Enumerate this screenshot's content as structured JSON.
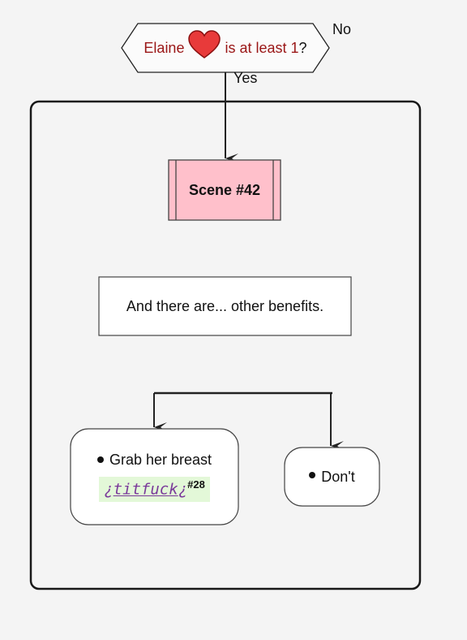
{
  "condition": {
    "character": "Elaine",
    "affection_icon": "heart-icon",
    "suffix_text": "is at least",
    "threshold": "1",
    "question_mark": "?"
  },
  "branches": {
    "yes_label": "Yes",
    "no_label": "No"
  },
  "scene": {
    "label": "Scene #42"
  },
  "note": {
    "text": "And there are... other benefits."
  },
  "choices": [
    {
      "label": "Grab her breast",
      "tag_open": "¿",
      "tag_name": "titfuck",
      "tag_close": "¿",
      "tag_ref": "#28"
    },
    {
      "label": "Don't"
    }
  ],
  "colors": {
    "background": "#f4f4f4",
    "scene_fill": "#ffc0cb",
    "condition_text": "#9a1616",
    "heart_fill": "#e83a3a",
    "tag_bg": "#e3f8d8",
    "tag_text": "#7a3a9a"
  }
}
